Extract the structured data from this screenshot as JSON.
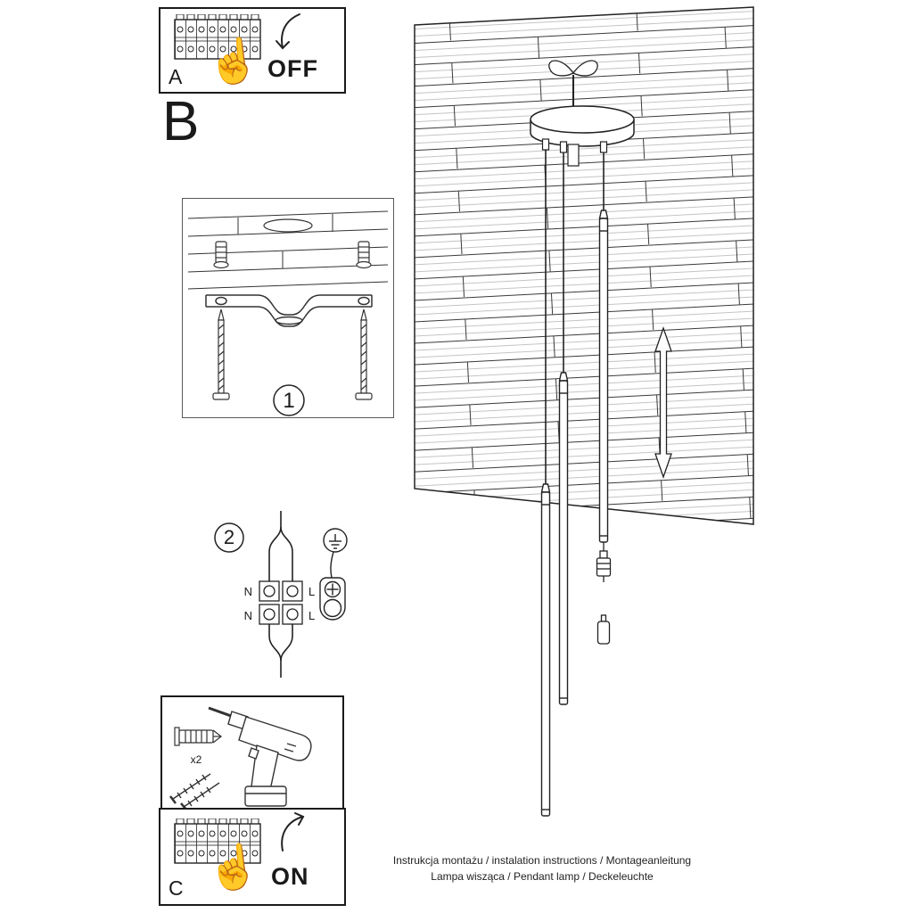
{
  "colors": {
    "paper": "#ffffff",
    "ink": "#1a1a1a"
  },
  "icons": {
    "hand_press": "☝"
  },
  "panel_a": {
    "label": "A",
    "state": "OFF"
  },
  "step_b": {
    "label": "B"
  },
  "step_1": {
    "number": "1"
  },
  "step_2": {
    "number": "2",
    "terminals": {
      "top_left": "N",
      "top_right": "L",
      "bottom_left": "N",
      "bottom_right": "L"
    }
  },
  "tools": {
    "plug_count": "x2"
  },
  "panel_c": {
    "label": "C",
    "state": "ON"
  },
  "footer": {
    "line1": "Instrukcja montażu / instalation instructions / Montageanleitung",
    "line2": "Lampa wisząca / Pendant lamp / Deckeleuchte"
  }
}
